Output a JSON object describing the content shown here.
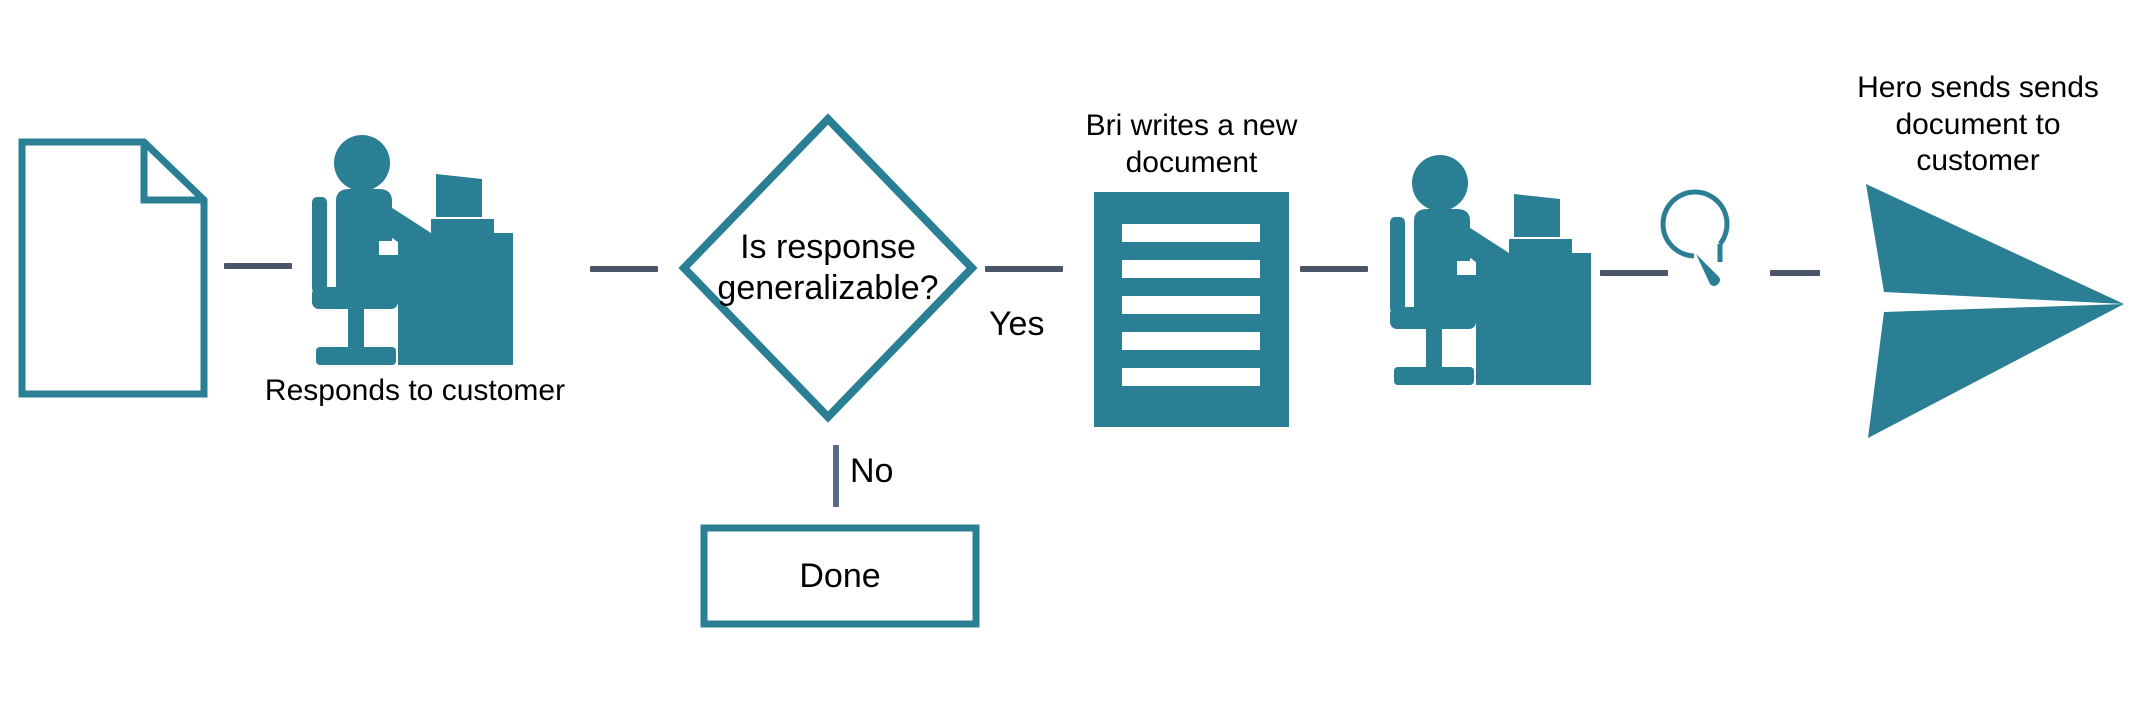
{
  "diagram": {
    "type": "flowchart",
    "title": "Customer response documentation workflow",
    "background_color": "#ffffff",
    "accent_color": "#2b7f95",
    "connector_color": "#4a5568",
    "text_color": "#000000"
  },
  "nodes": {
    "document_blank": {
      "icon": "document-outline-icon",
      "label": ""
    },
    "agent_responds": {
      "icon": "person-at-desk-icon",
      "label": "Responds to customer"
    },
    "decision": {
      "icon": "diamond-decision-icon",
      "label": "Is response\ngeneralizable?"
    },
    "done": {
      "icon": "rectangle-box-icon",
      "label": "Done"
    },
    "new_document": {
      "icon": "document-lines-filled-icon",
      "label": "Bri writes a new\ndocument"
    },
    "bri_at_desk": {
      "icon": "person-at-desk-icon",
      "label": ""
    },
    "timer": {
      "icon": "stopwatch-icon",
      "label": ""
    },
    "send": {
      "icon": "send-arrow-icon",
      "label": "Hero sends sends\ndocument to\ncustomer"
    }
  },
  "branches": {
    "yes": "Yes",
    "no": "No"
  }
}
